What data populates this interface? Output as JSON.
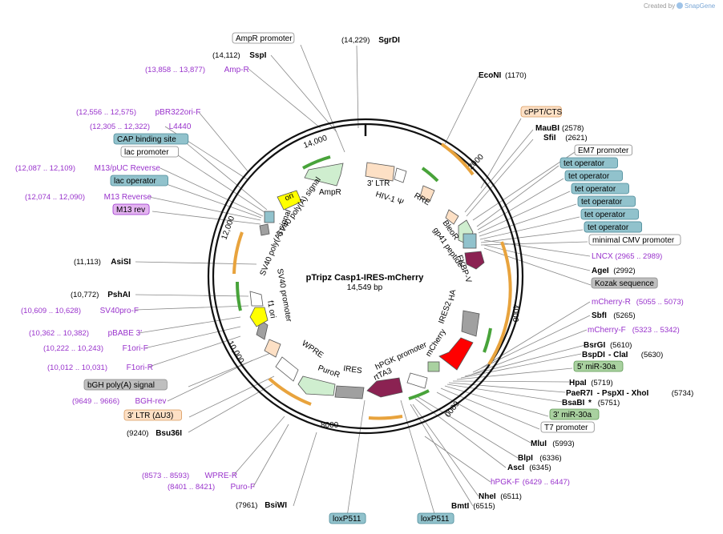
{
  "header": {
    "created_by": "Created by",
    "brand": "SnapGene"
  },
  "plasmid": {
    "name": "pTripz Casp1-IRES-mCherry",
    "size": "14,549 bp"
  },
  "ticks": [
    {
      "label": "2000"
    },
    {
      "label": "4000"
    },
    {
      "label": "6000"
    },
    {
      "label": "8000"
    },
    {
      "label": "10,000"
    },
    {
      "label": "12,000"
    },
    {
      "label": "14,000"
    }
  ],
  "labels": [
    {
      "id": "ampr-promoter",
      "text": "AmpR promoter",
      "kind": "box",
      "fill": "#ffffff",
      "stroke": "#888888"
    },
    {
      "id": "sgrdi",
      "text": "SgrDI",
      "coord": "(14,229)",
      "kind": "enzyme",
      "unique": true
    },
    {
      "id": "sspi",
      "text": "SspI",
      "coord": "(14,112)",
      "kind": "enzyme",
      "unique": true
    },
    {
      "id": "amp-r",
      "text": "Amp-R",
      "coord": "(13,858 .. 13,877)",
      "kind": "primer"
    },
    {
      "id": "econi",
      "text": "EcoNI",
      "coord": "(1170)",
      "kind": "enzyme",
      "unique": true
    },
    {
      "id": "cppt",
      "text": "cPPT/CTS",
      "kind": "box",
      "fill": "#fde0c5",
      "stroke": "#d99a5e"
    },
    {
      "id": "maubi",
      "text": "MauBI",
      "coord": "(2578)",
      "kind": "enzyme",
      "unique": true
    },
    {
      "id": "sfii",
      "text": "SfiI",
      "coord": "(2621)",
      "kind": "enzyme",
      "unique": true
    },
    {
      "id": "em7",
      "text": "EM7 promoter",
      "kind": "box",
      "fill": "#ffffff",
      "stroke": "#888888"
    },
    {
      "id": "tet1",
      "text": "tet operator",
      "kind": "box",
      "fill": "#91c2cc",
      "stroke": "#4d8b99"
    },
    {
      "id": "tet2",
      "text": "tet operator",
      "kind": "box",
      "fill": "#91c2cc",
      "stroke": "#4d8b99"
    },
    {
      "id": "tet3",
      "text": "tet operator",
      "kind": "box",
      "fill": "#91c2cc",
      "stroke": "#4d8b99"
    },
    {
      "id": "tet4",
      "text": "tet operator",
      "kind": "box",
      "fill": "#91c2cc",
      "stroke": "#4d8b99"
    },
    {
      "id": "tet5",
      "text": "tet operator",
      "kind": "box",
      "fill": "#91c2cc",
      "stroke": "#4d8b99"
    },
    {
      "id": "tet6",
      "text": "tet operator",
      "kind": "box",
      "fill": "#91c2cc",
      "stroke": "#4d8b99"
    },
    {
      "id": "tet7",
      "text": "tet operator",
      "kind": "box",
      "fill": "#91c2cc",
      "stroke": "#4d8b99"
    },
    {
      "id": "mincmv",
      "text": "minimal CMV promoter",
      "kind": "box",
      "fill": "#ffffff",
      "stroke": "#888888"
    },
    {
      "id": "lncx",
      "text": "LNCX",
      "coord": "(2965 .. 2989)",
      "kind": "primer"
    },
    {
      "id": "agei",
      "text": "AgeI",
      "coord": "(2992)",
      "kind": "enzyme",
      "unique": true
    },
    {
      "id": "kozak",
      "text": "Kozak sequence",
      "kind": "box",
      "fill": "#bfbfbf",
      "stroke": "#888888"
    },
    {
      "id": "mcherry-r",
      "text": "mCherry-R",
      "coord": "(5055 .. 5073)",
      "kind": "primer"
    },
    {
      "id": "sbfi",
      "text": "SbfI",
      "coord": "(5265)",
      "kind": "enzyme",
      "unique": true
    },
    {
      "id": "mcherry-f",
      "text": "mCherry-F",
      "coord": "(5323 .. 5342)",
      "kind": "primer"
    },
    {
      "id": "bsrgi",
      "text": "BsrGI",
      "coord": "(5610)",
      "kind": "enzyme",
      "unique": true
    },
    {
      "id": "bspdi",
      "text": "BspDI",
      "extra": "- ClaI",
      "coord": "(5630)",
      "kind": "enzyme",
      "unique": true
    },
    {
      "id": "mir30a5",
      "text": "5' miR-30a",
      "kind": "box",
      "fill": "#a9d1a0",
      "stroke": "#5c9952"
    },
    {
      "id": "hpai",
      "text": "HpaI",
      "coord": "(5719)",
      "kind": "enzyme",
      "unique": true
    },
    {
      "id": "paer7i",
      "text": "PaeR7I",
      "extra": "- PspXI  - XhoI",
      "coord": "(5734)",
      "kind": "enzyme",
      "unique": true
    },
    {
      "id": "bsabi",
      "text": "BsaBI",
      "extra": "*",
      "coord": "(5751)",
      "kind": "enzyme",
      "unique": true
    },
    {
      "id": "mir30a3",
      "text": "3' miR-30a",
      "kind": "box",
      "fill": "#a9d1a0",
      "stroke": "#5c9952"
    },
    {
      "id": "t7",
      "text": "T7 promoter",
      "kind": "box",
      "fill": "#ffffff",
      "stroke": "#888888"
    },
    {
      "id": "mlui",
      "text": "MluI",
      "coord": "(5993)",
      "kind": "enzyme",
      "unique": true
    },
    {
      "id": "blpi",
      "text": "BlpI",
      "coord": "(6336)",
      "kind": "enzyme",
      "unique": true
    },
    {
      "id": "asci",
      "text": "AscI",
      "coord": "(6345)",
      "kind": "enzyme",
      "unique": true
    },
    {
      "id": "hpgk-f",
      "text": "hPGK-F",
      "coord": "(6429 .. 6447)",
      "kind": "primer"
    },
    {
      "id": "nhei",
      "text": "NheI",
      "coord": "(6511)",
      "kind": "enzyme",
      "unique": true
    },
    {
      "id": "bmti",
      "text": "BmtI",
      "coord": "(6515)",
      "kind": "enzyme",
      "unique": true
    },
    {
      "id": "loxp511b",
      "text": "loxP511",
      "kind": "box",
      "fill": "#91c2cc",
      "stroke": "#4d8b99"
    },
    {
      "id": "loxp511a",
      "text": "loxP511",
      "kind": "box",
      "fill": "#91c2cc",
      "stroke": "#4d8b99"
    },
    {
      "id": "bsiwi",
      "text": "BsiWI",
      "coord": "(7961)",
      "kind": "enzyme",
      "unique": true
    },
    {
      "id": "puro-f",
      "text": "Puro-F",
      "coord": "(8401 .. 8421)",
      "kind": "primer"
    },
    {
      "id": "wpre-r",
      "text": "WPRE-R",
      "coord": "(8573 .. 8593)",
      "kind": "primer"
    },
    {
      "id": "bsu36i",
      "text": "Bsu36I",
      "coord": "(9240)",
      "kind": "enzyme",
      "unique": true
    },
    {
      "id": "ltr3du3",
      "text": "3' LTR (ΔU3)",
      "kind": "box",
      "fill": "#fde0c5",
      "stroke": "#d99a5e"
    },
    {
      "id": "bgh-rev",
      "text": "BGH-rev",
      "coord": "(9649 .. 9666)",
      "kind": "primer"
    },
    {
      "id": "bghpa",
      "text": "bGH poly(A) signal",
      "kind": "box",
      "fill": "#bfbfbf",
      "stroke": "#888888"
    },
    {
      "id": "f1ori-r",
      "text": "F1ori-R",
      "coord": "(10,012 .. 10,031)",
      "kind": "primer"
    },
    {
      "id": "f1ori-f",
      "text": "F1ori-F",
      "coord": "(10,222 .. 10,243)",
      "kind": "primer"
    },
    {
      "id": "pbabe3",
      "text": "pBABE 3'",
      "coord": "(10,362 .. 10,382)",
      "kind": "primer"
    },
    {
      "id": "sv40pro-f",
      "text": "SV40pro-F",
      "coord": "(10,609 .. 10,628)",
      "kind": "primer"
    },
    {
      "id": "pshai",
      "text": "PshAI",
      "coord": "(10,772)",
      "kind": "enzyme",
      "unique": true
    },
    {
      "id": "asisi",
      "text": "AsiSI",
      "coord": "(11,113)",
      "kind": "enzyme",
      "unique": true
    },
    {
      "id": "m13rev",
      "text": "M13 rev",
      "kind": "box",
      "fill": "#e3b3f0",
      "stroke": "#9933cc"
    },
    {
      "id": "m13reverse",
      "text": "M13 Reverse",
      "coord": "(12,074 .. 12,090)",
      "kind": "primer"
    },
    {
      "id": "lacop",
      "text": "lac operator",
      "kind": "box",
      "fill": "#91c2cc",
      "stroke": "#4d8b99"
    },
    {
      "id": "m13puc",
      "text": "M13/pUC Reverse",
      "coord": "(12,087 .. 12,109)",
      "kind": "primer"
    },
    {
      "id": "lacpro",
      "text": "lac promoter",
      "kind": "box",
      "fill": "#ffffff",
      "stroke": "#888888"
    },
    {
      "id": "cap",
      "text": "CAP binding site",
      "kind": "box",
      "fill": "#91c2cc",
      "stroke": "#4d8b99"
    },
    {
      "id": "l4440",
      "text": "L4440",
      "coord": "(12,305 .. 12,322)",
      "kind": "primer"
    },
    {
      "id": "pbr322",
      "text": "pBR322ori-F",
      "coord": "(12,556 .. 12,575)",
      "kind": "primer"
    }
  ],
  "features": [
    {
      "id": "ampr",
      "text": "AmpR",
      "color": "#cfeecf"
    },
    {
      "id": "ori",
      "text": "ori",
      "color": "#ffff00"
    },
    {
      "id": "ltr3",
      "text": "3' LTR",
      "color": "#fde0c5"
    },
    {
      "id": "hiv",
      "text": "HIV-1 Ψ",
      "color": "#ffffff"
    },
    {
      "id": "rre",
      "text": "RRE",
      "color": "#fde0c5"
    },
    {
      "id": "bleor",
      "text": "BleoR",
      "color": "#cfeecf"
    },
    {
      "id": "gp41",
      "text": "gp41 peptide",
      "color": "#ffffff"
    },
    {
      "id": "fkbp",
      "text": "FKBP-V",
      "color": "#8b2252"
    },
    {
      "id": "ha",
      "text": "HA",
      "color": "#ffffff"
    },
    {
      "id": "ires2",
      "text": "IRES2",
      "color": "#a0a0a0"
    },
    {
      "id": "mcherry",
      "text": "mCherry",
      "color": "#ff0000"
    },
    {
      "id": "hpgk",
      "text": "hPGK promoter",
      "color": "#ffffff"
    },
    {
      "id": "rtta3",
      "text": "rtTA3",
      "color": "#8b2252"
    },
    {
      "id": "ires",
      "text": "IRES",
      "color": "#a0a0a0"
    },
    {
      "id": "puror",
      "text": "PuroR",
      "color": "#cfeecf"
    },
    {
      "id": "wpre",
      "text": "WPRE",
      "color": "#ffffff"
    },
    {
      "id": "sv40promoter",
      "text": "SV40 promoter",
      "color": "#ffffff"
    },
    {
      "id": "f1ori",
      "text": "f1 ori",
      "color": "#ffff00"
    },
    {
      "id": "sv40pa1",
      "text": "SV40 poly(A) signal",
      "color": "#a0a0a0"
    },
    {
      "id": "sv40pa2",
      "text": "SV40 poly(A) signal",
      "color": "#a0a0a0"
    }
  ]
}
